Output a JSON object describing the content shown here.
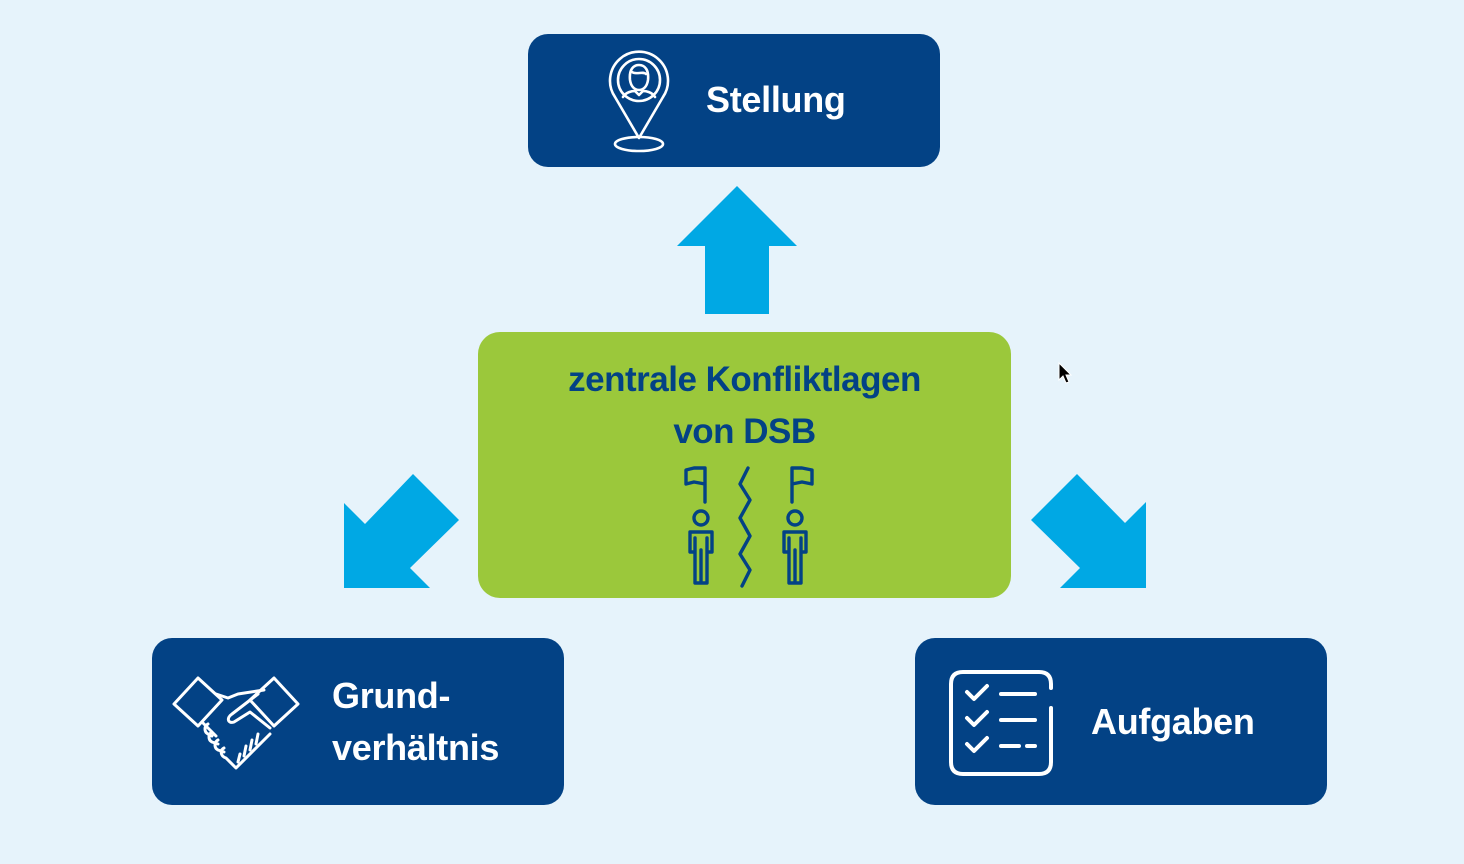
{
  "diagram": {
    "center": {
      "title_line1": "zentrale Konfliktlagen",
      "title_line2": "von DSB",
      "icon": "conflict-people-flags-icon",
      "color": "#9bc83b",
      "text_color": "#034285"
    },
    "nodes": [
      {
        "id": "stellung",
        "label": "Stellung",
        "icon": "location-pin-person-icon"
      },
      {
        "id": "grundverhaeltnis",
        "label_line1": "Grund-",
        "label_line2": "verhältnis",
        "icon": "handshake-icon"
      },
      {
        "id": "aufgaben",
        "label": "Aufgaben",
        "icon": "checklist-icon"
      }
    ],
    "arrows": [
      {
        "from": "center",
        "to": "stellung",
        "direction": "up"
      },
      {
        "from": "center",
        "to": "grundverhaeltnis",
        "direction": "down-left"
      },
      {
        "from": "center",
        "to": "aufgaben",
        "direction": "down-right"
      }
    ],
    "colors": {
      "background": "#e6f3fb",
      "node_fill": "#034285",
      "arrow": "#00a8e4",
      "node_text": "#ffffff"
    }
  }
}
